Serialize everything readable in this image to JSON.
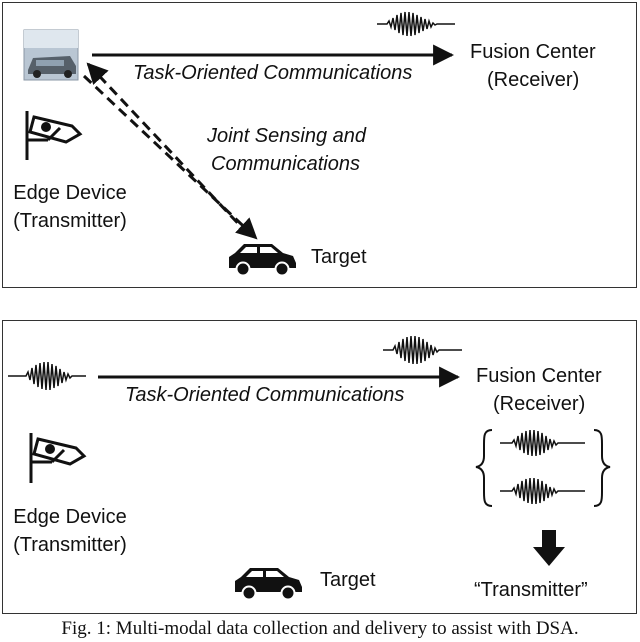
{
  "top_panel": {
    "edge_device_label": "Edge Device",
    "edge_device_sublabel": "(Transmitter)",
    "fusion_center_label": "Fusion Center",
    "fusion_center_sublabel": "(Receiver)",
    "task_oriented_label": "Task-Oriented Communications",
    "joint_sensing_label_1": "Joint Sensing and",
    "joint_sensing_label_2": "Communications",
    "target_label": "Target"
  },
  "bottom_panel": {
    "edge_device_label": "Edge Device",
    "edge_device_sublabel": "(Transmitter)",
    "fusion_center_label": "Fusion Center",
    "fusion_center_sublabel": "(Receiver)",
    "task_oriented_label": "Task-Oriented Communications",
    "target_label": "Target",
    "transmitter_quote_label": "“Transmitter”"
  },
  "caption": "Fig. 1: Multi-modal data collection and delivery to assist with DSA.",
  "colors": {
    "line": "#111111",
    "border": "#333333",
    "photo_sky": "#b9c6d3",
    "photo_car": "#56606a"
  },
  "icons": [
    "camera-photo-icon",
    "security-camera-icon",
    "car-icon",
    "waveform-icon",
    "down-arrow-icon",
    "curly-brace-icon"
  ]
}
